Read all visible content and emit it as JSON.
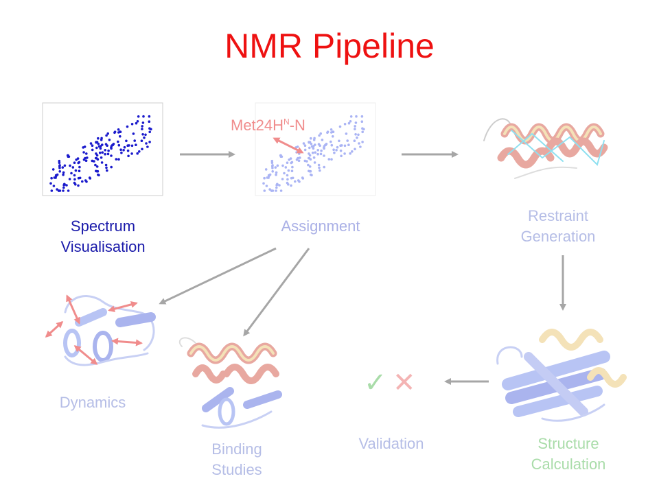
{
  "title": "NMR Pipeline",
  "stages": {
    "spectrum": {
      "line1": "Spectrum",
      "line2": "Visualisation",
      "color": "#1a1aaa"
    },
    "assignment": {
      "line1": "Assignment",
      "color": "#aab0e6"
    },
    "restraint": {
      "line1": "Restraint",
      "line2": "Generation",
      "color": "#b5bde6"
    },
    "structure": {
      "line1": "Structure",
      "line2": "Calculation",
      "color": "#a9dca9"
    },
    "validation": {
      "line1": "Validation",
      "color": "#b5bde6"
    },
    "binding": {
      "line1": "Binding",
      "line2": "Studies",
      "color": "#b5bde6"
    },
    "dynamics": {
      "line1": "Dynamics",
      "color": "#b5bde6"
    }
  },
  "assignment_label": {
    "main": "Met24H",
    "sup": "N",
    "tail": "-N"
  },
  "validation_symbols": {
    "check": "✓",
    "cross": "✕"
  },
  "colors": {
    "arrow": "#a6a6a6",
    "spectrum_points": "#1a1acc",
    "faded_points": "#aab4f4",
    "label_red": "#f08c8c"
  }
}
